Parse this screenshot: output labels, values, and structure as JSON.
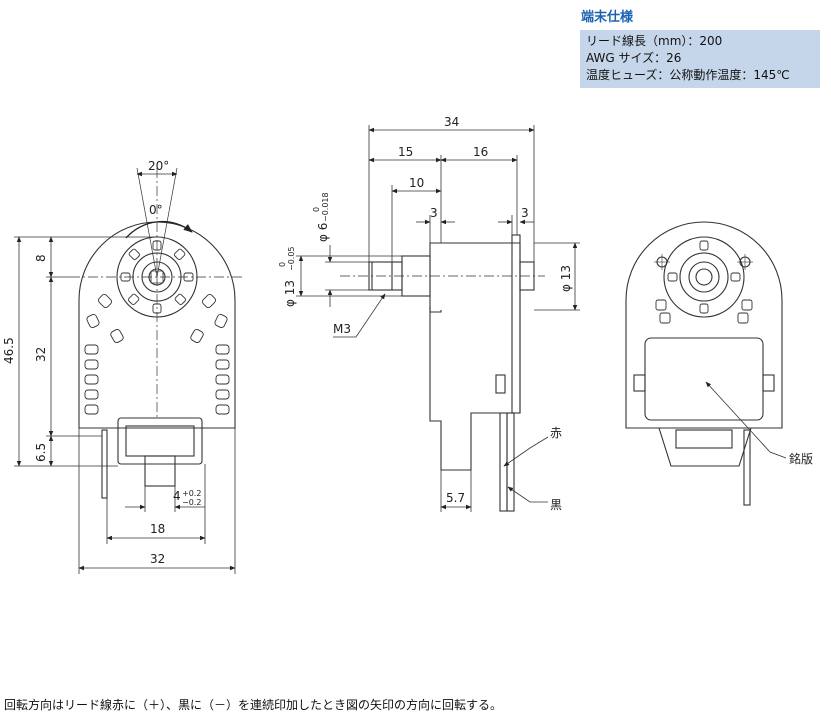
{
  "spec": {
    "title": "端末仕様",
    "lines": [
      "リード線長（mm）：200",
      "AWG サイズ：26",
      "温度ヒューズ：公称動作温度：145℃"
    ]
  },
  "front": {
    "angle": "20°",
    "zero": "0°",
    "dim_8": "8",
    "dim_32v": "32",
    "dim_46_5": "46.5",
    "dim_6_5": "6.5",
    "dim_4": "4",
    "tol_4_up": "+0.2",
    "tol_4_dn": "−0.2",
    "dim_18": "18",
    "dim_32h": "32"
  },
  "side": {
    "dim_34": "34",
    "dim_15": "15",
    "dim_16": "16",
    "dim_10": "10",
    "dim_3a": "3",
    "dim_3b": "3",
    "phi6": "φ 6",
    "phi6_tol_up": "0",
    "phi6_tol_dn": "−0.018",
    "phi13l": "φ 13",
    "phi13l_tol_up": "0",
    "phi13l_tol_dn": "−0.05",
    "phi13r": "φ 13",
    "m3": "M3",
    "dim_5_7": "5.7",
    "red": "赤",
    "black": "黒"
  },
  "back": {
    "nameplate": "銘版"
  },
  "note": "回転方向はリード線赤に（＋）、黒に（－）を連続印加したとき図の矢印の方向に回転する。"
}
